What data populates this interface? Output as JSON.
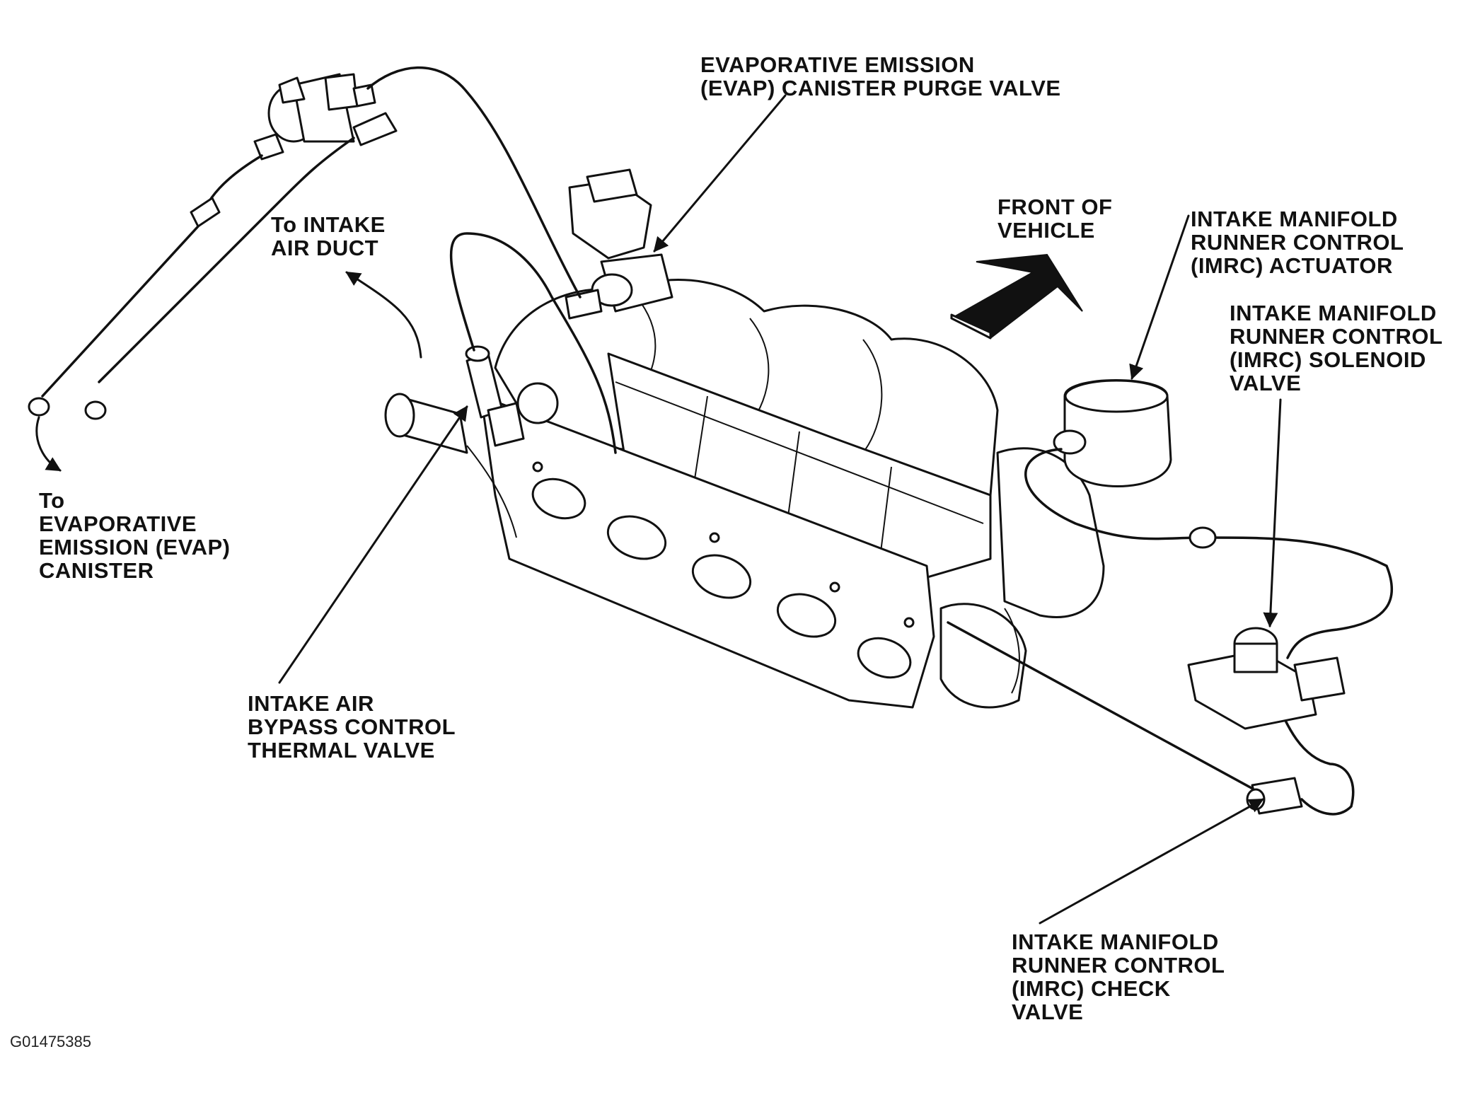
{
  "labels": {
    "evap_purge_valve": "EVAPORATIVE EMISSION\n(EVAP) CANISTER PURGE VALVE",
    "front_of_vehicle": "FRONT OF\nVEHICLE",
    "imrc_actuator": "INTAKE MANIFOLD\nRUNNER CONTROL\n(IMRC) ACTUATOR",
    "imrc_solenoid": "INTAKE MANIFOLD\nRUNNER CONTROL\n(IMRC) SOLENOID\nVALVE",
    "to_intake_air_duct": "To INTAKE\nAIR DUCT",
    "to_evap_canister": "To\nEVAPORATIVE\nEMISSION (EVAP)\nCANISTER",
    "bypass_thermal_valve": "INTAKE AIR\nBYPASS CONTROL\nTHERMAL VALVE",
    "imrc_check_valve": "INTAKE MANIFOLD\nRUNNER CONTROL\n(IMRC) CHECK\nVALVE"
  },
  "figure_code": "G01475385",
  "colors": {
    "ink": "#111111",
    "paper": "#ffffff"
  }
}
